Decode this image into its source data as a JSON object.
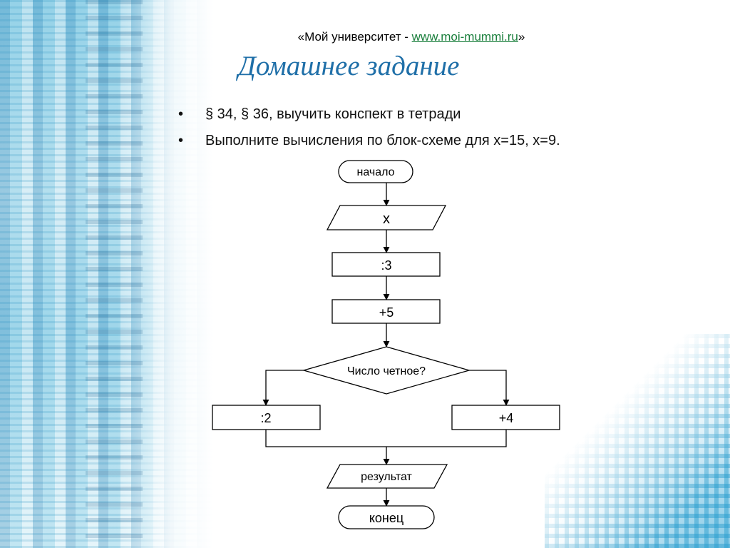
{
  "header": {
    "prefix": "«Мой университет - ",
    "link": "www.moi-mummi.ru",
    "suffix": "»"
  },
  "title": "Домашнее задание",
  "bullets": [
    {
      "marker": "•",
      "text": "§ 34, § 36, выучить конспект в тетради"
    },
    {
      "marker": "•",
      "text": "Выполните вычисления по блок-схеме для х=15, х=9."
    }
  ],
  "flowchart": {
    "start": "начало",
    "input": "x",
    "step_divide3": ":3",
    "step_add5": "+5",
    "decision": "Число четное?",
    "branch_left": ":2",
    "branch_right": "+4",
    "output": "результат",
    "end": "конец"
  },
  "colors": {
    "title": "#1f6fa8",
    "link": "#1a7f3c",
    "background_accent": "#8fcfe6"
  }
}
